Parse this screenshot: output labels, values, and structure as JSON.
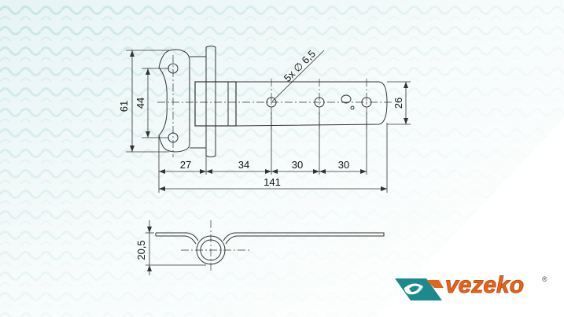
{
  "colors": {
    "background_tint": "#d9eeee",
    "line": "#333333",
    "logo_teal": "#1a8a8c",
    "logo_orange": "#e2651c"
  },
  "dimensions": {
    "d61": "61",
    "d44": "44",
    "d26": "26",
    "holes": "5x ∅ 6,5",
    "d27": "27",
    "d34": "34",
    "d30a": "30",
    "d30b": "30",
    "d141": "141",
    "d20_5": "20,5"
  },
  "logo": {
    "name": "vezeko",
    "registered": "®",
    "icon": "vezeko-logo-icon"
  }
}
